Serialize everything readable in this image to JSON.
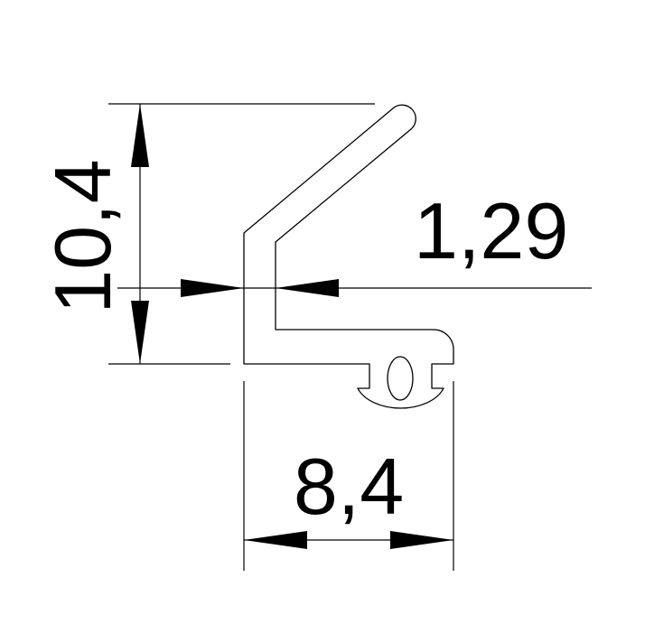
{
  "dimensions": {
    "height": "10,4",
    "wall_thickness": "1,29",
    "width": "8,4"
  },
  "colors": {
    "background": "#ffffff",
    "lines": "#000000"
  }
}
